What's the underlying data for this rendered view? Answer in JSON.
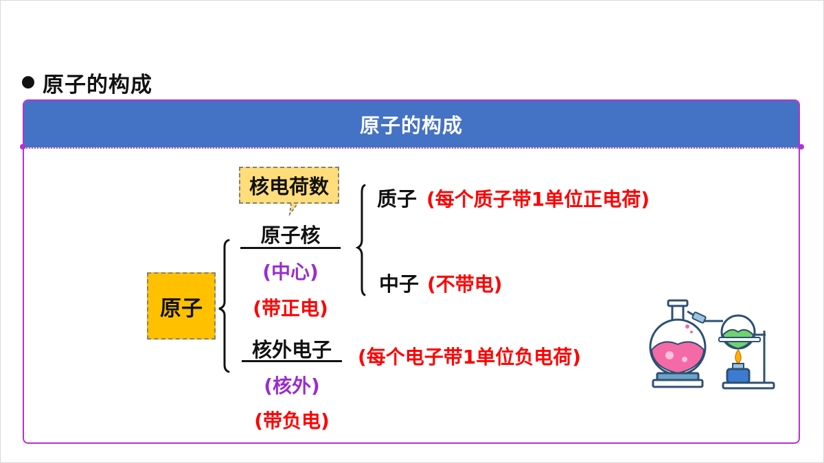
{
  "section": {
    "title": "原子的构成"
  },
  "panel": {
    "title": "原子的构成"
  },
  "diagram": {
    "atom": "原子",
    "nucleus": {
      "label": "原子核",
      "position": "(中心)",
      "charge": "(带正电)",
      "callout": "核电荷数",
      "children": {
        "proton": {
          "label": "质子",
          "note": "(每个质子带1单位正电荷)"
        },
        "neutron": {
          "label": "中子",
          "note": "(不带电)"
        }
      }
    },
    "electron": {
      "label": "核外电子",
      "position": "(核外)",
      "charge": "(带负电)",
      "note": "(每个电子带1单位负电荷)"
    }
  },
  "colors": {
    "header_blue": "#4472c4",
    "panel_border": "#b82fd1",
    "atom_fill": "#ffc000",
    "callout_fill": "#ffdd7a",
    "note_red": "#ff0000",
    "position_purple": "#9b2bd1"
  },
  "icons": {
    "illustration": "chemistry-flask-burner-icon"
  }
}
